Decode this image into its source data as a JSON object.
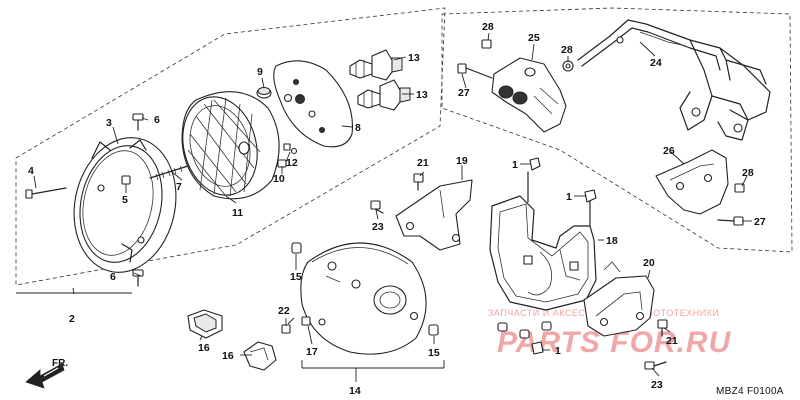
{
  "diagram_code": "MBZ4 F0100A",
  "front_label": "FR.",
  "watermark": {
    "line1": "ЗАПЧАСТИ И АКСЕССУАРЫ ДЛЯ МОТОТЕХНИКИ",
    "line2": "PARTS FOR.RU"
  },
  "callouts": {
    "p1a": "1",
    "p1b": "1",
    "p1c": "1",
    "p2": "2",
    "p3": "3",
    "p4": "4",
    "p5": "5",
    "p6a": "6",
    "p6b": "6",
    "p7": "7",
    "p8": "8",
    "p9": "9",
    "p10": "10",
    "p11": "11",
    "p12": "12",
    "p13a": "13",
    "p13b": "13",
    "p14": "14",
    "p15a": "15",
    "p15b": "15",
    "p16a": "16",
    "p16b": "16",
    "p17": "17",
    "p18": "18",
    "p19": "19",
    "p20": "20",
    "p21a": "21",
    "p21b": "21",
    "p22": "22",
    "p23a": "23",
    "p23b": "23",
    "p24": "24",
    "p25": "25",
    "p26": "26",
    "p27a": "27",
    "p27b": "27",
    "p28a": "28",
    "p28b": "28",
    "p28c": "28"
  }
}
